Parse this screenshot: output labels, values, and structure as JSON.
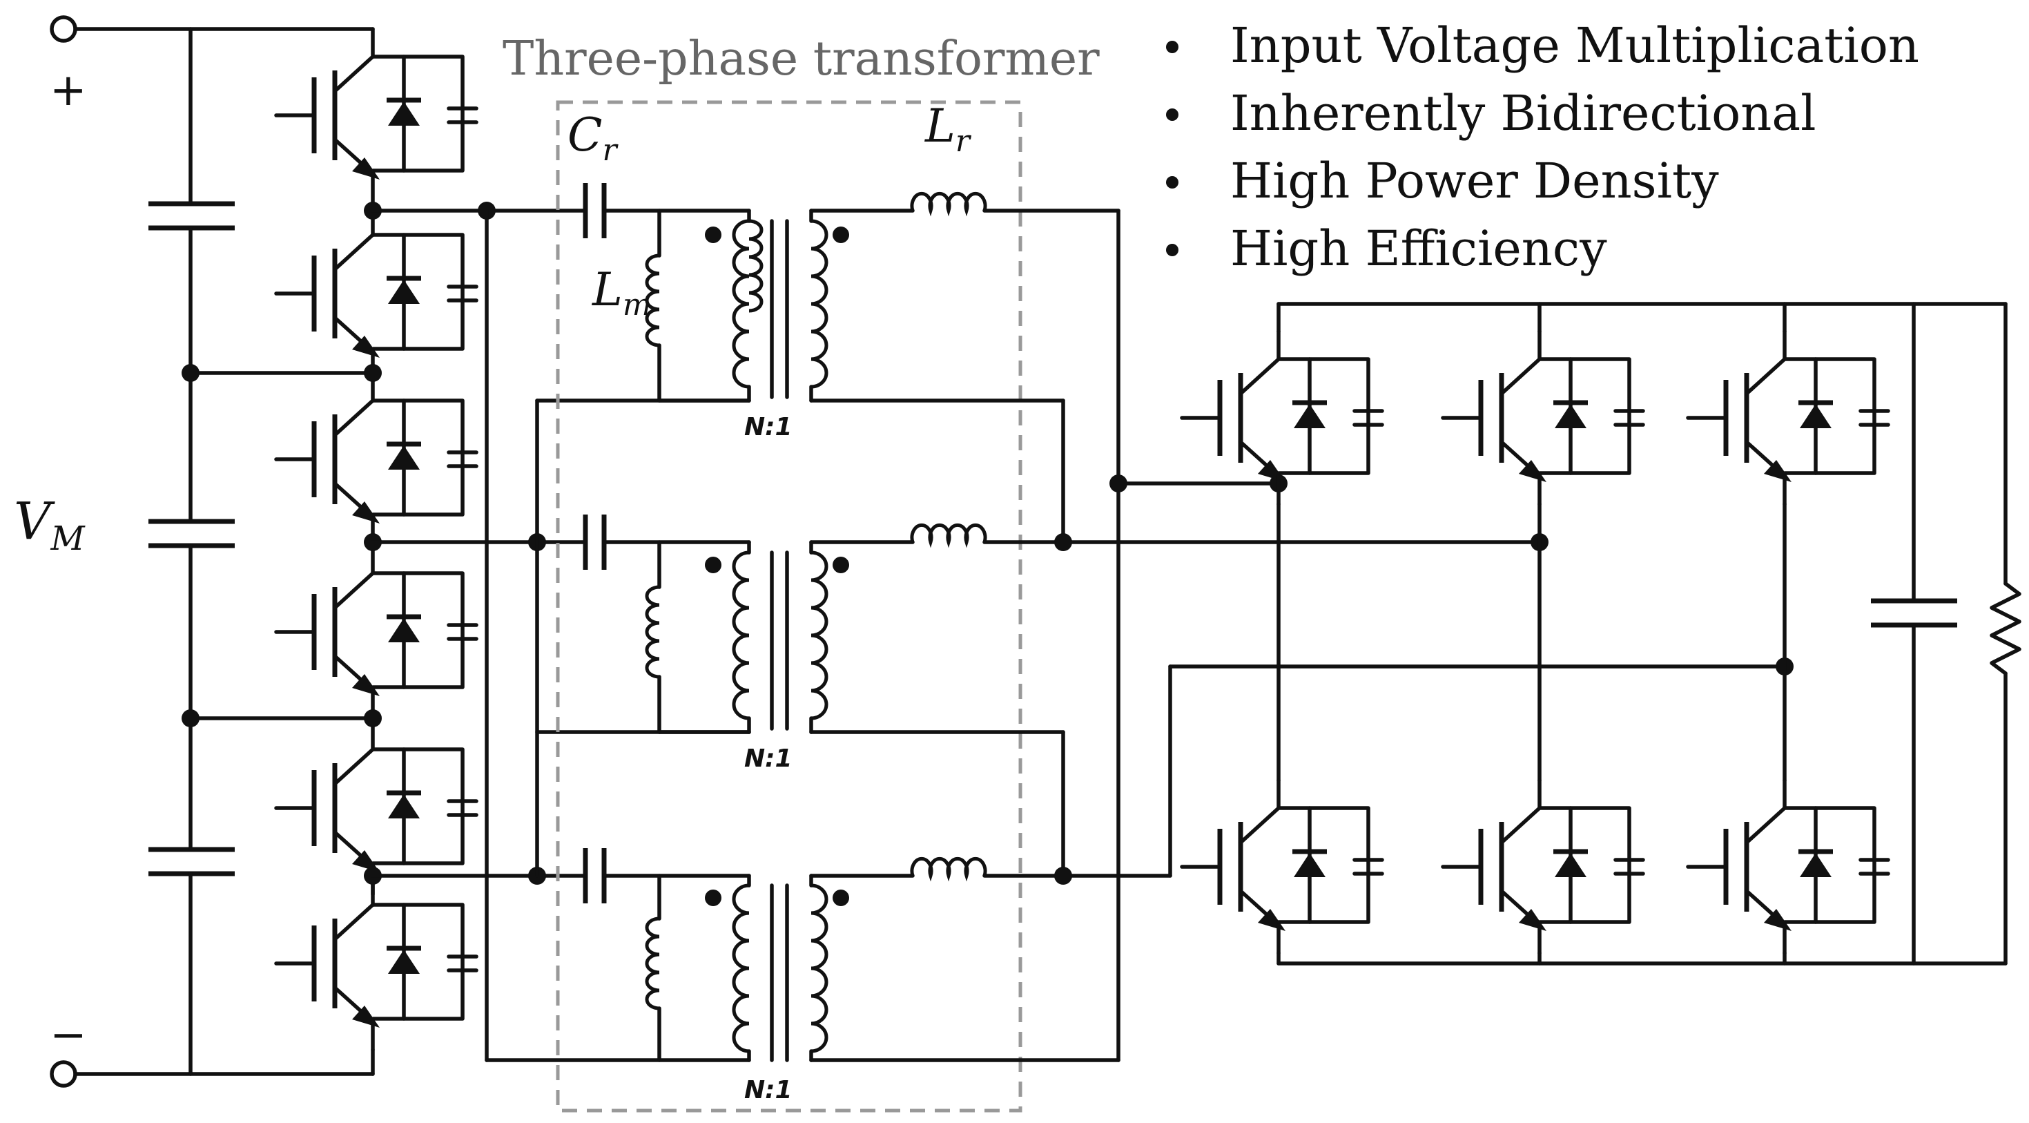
{
  "title": "Three-phase transformer",
  "bullets": [
    "Input Voltage Multiplication",
    "Inherently Bidirectional",
    "High Power Density",
    "High Efficiency"
  ],
  "terminals": {
    "plus": "+",
    "minus": "−"
  },
  "labels": {
    "vm_main": "V",
    "vm_sub": "M",
    "cr_main": "C",
    "cr_sub": "r",
    "lr_main": "L",
    "lr_sub": "r",
    "lm_main": "L",
    "lm_sub": "m",
    "ratio": [
      "N:1",
      "N:1",
      "N:1"
    ]
  }
}
